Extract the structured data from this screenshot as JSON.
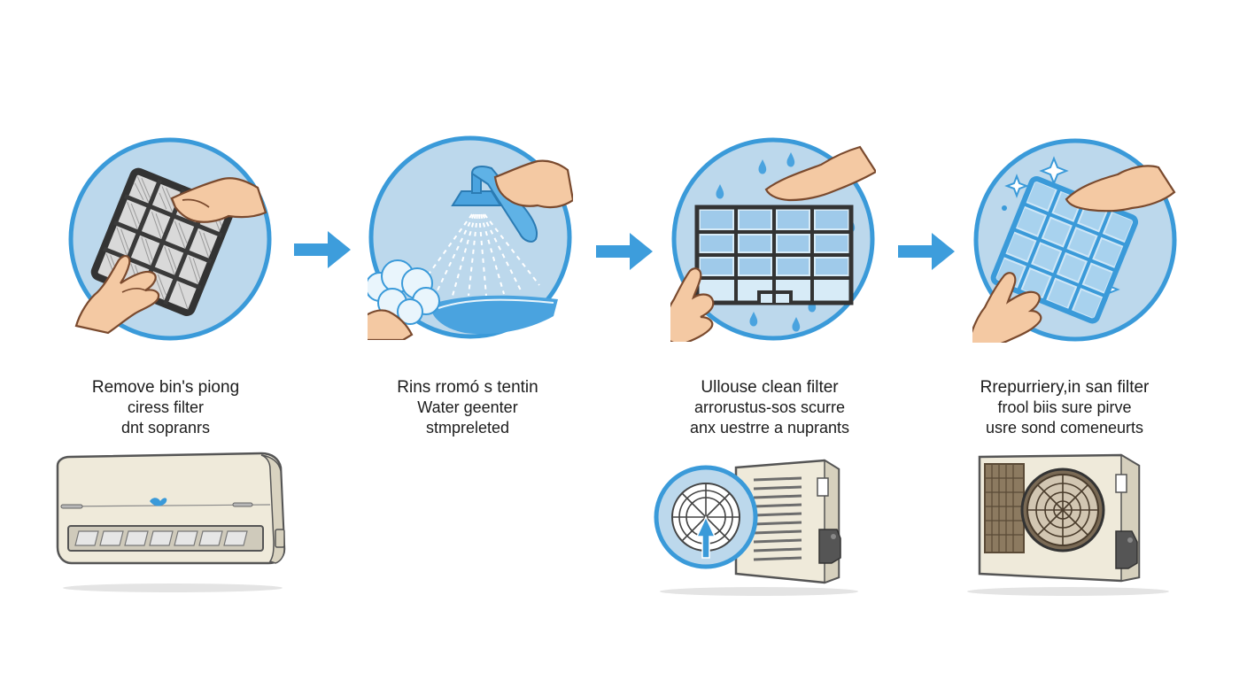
{
  "steps": [
    {
      "id": "remove",
      "icon": "filter-removal-icon",
      "caption": [
        "Remove bin's piong",
        "ciress filter",
        "dnt sopranrs"
      ]
    },
    {
      "id": "rinse",
      "icon": "water-rinse-icon",
      "caption": [
        "Rins rromó s tentin",
        "Water geenter",
        "stmpreleted"
      ]
    },
    {
      "id": "clean",
      "icon": "clean-filter-icon",
      "caption": [
        "Ullouse clean filter",
        "arrorustus-sos scurre",
        "anx uestrre a nuprants"
      ]
    },
    {
      "id": "replace",
      "icon": "sparkling-filter-icon",
      "caption": [
        "Rrepurriery,in san filter",
        "frool biis sure pirve",
        "usre sond comeneurts"
      ]
    }
  ],
  "units": [
    {
      "id": "indoor",
      "icon": "indoor-ac-unit-icon"
    },
    {
      "id": "outdoor-clean",
      "icon": "outdoor-ac-unit-clean-icon"
    },
    {
      "id": "outdoor-dirty",
      "icon": "outdoor-ac-unit-dirty-icon"
    }
  ],
  "colors": {
    "circle_fill": "#bcd8ec",
    "circle_stroke": "#3a9ad9",
    "arrow": "#3d9ddc",
    "skin": "#f4c9a3",
    "skin_stroke": "#7a4a2e",
    "filter_dark": "#3a3a3a",
    "water": "#4aa3df"
  }
}
